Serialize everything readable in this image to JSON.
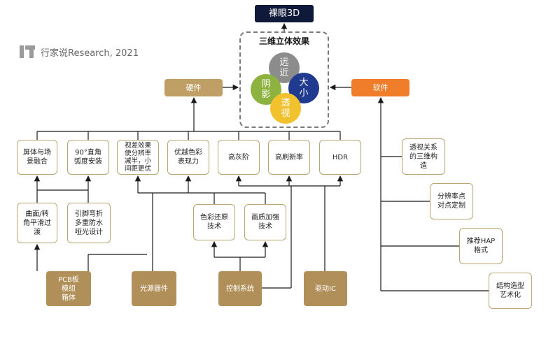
{
  "watermark": "行家说Research, 2021",
  "top": "裸眼3D",
  "core": {
    "title": "三维立体效果",
    "circles": [
      "远\n近",
      "阴\n影",
      "大\n小",
      "透\n视"
    ]
  },
  "hardware": "硬件",
  "software": "软件",
  "hw_items": [
    "屏体与场\n景融合",
    "90°直角\n弧度安装",
    "视差效果\n使分辨率\n减半，小\n间距更优",
    "优越色彩\n表现力",
    "高灰阶",
    "高刷新率",
    "HDR"
  ],
  "mid_items": [
    "曲面/转\n角平滑过\n渡",
    "引脚弯折\n多重防水\n哑光设计",
    "色彩还原\n技术",
    "画质加强\n技术"
  ],
  "bottom_items": [
    "PCB板\n模组\n箱体",
    "光源器件",
    "控制系统",
    "驱动IC"
  ],
  "sw_items": [
    "透视关系\n的三维构\n造",
    "分辨率点\n对点定制",
    "推荐HAP\n格式",
    "结构造型\n艺术化"
  ],
  "colors": {
    "line": "#1a1a1a",
    "circle_gray": "#8c8c8c",
    "circle_green": "#8db23f",
    "circle_navy": "#203a8f",
    "circle_yellow": "#f2c12e"
  }
}
